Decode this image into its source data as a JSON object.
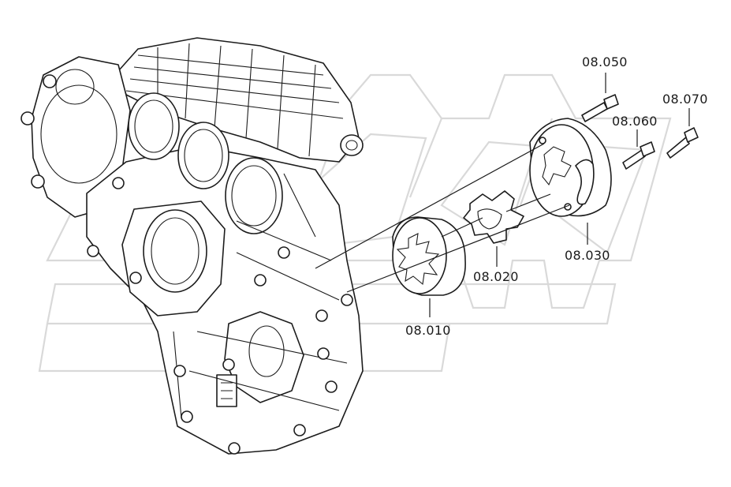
{
  "diagram": {
    "parts": [
      {
        "id": "p010",
        "label": "08.010"
      },
      {
        "id": "p020",
        "label": "08.020"
      },
      {
        "id": "p030",
        "label": "08.030"
      },
      {
        "id": "p050",
        "label": "08.050"
      },
      {
        "id": "p060",
        "label": "08.060"
      },
      {
        "id": "p070",
        "label": "08.070"
      }
    ]
  }
}
